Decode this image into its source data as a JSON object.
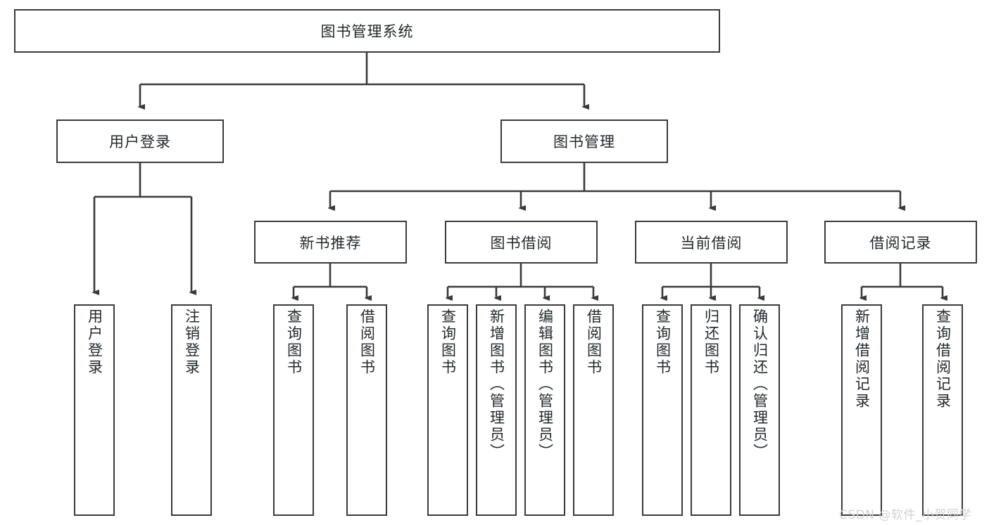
{
  "diagram": {
    "title": "图书管理系统",
    "watermark": "CSDN @软件_小贺同学",
    "stroke_color": "#3a3a3a",
    "text_color": "#23282d",
    "background": "#ffffff",
    "root": {
      "id": "root",
      "label": "图书管理系统"
    },
    "level1": [
      {
        "id": "user-login",
        "label": "用户登录"
      },
      {
        "id": "book-management",
        "label": "图书管理"
      }
    ],
    "level2": [
      {
        "id": "new-book-recommend",
        "label": "新书推荐",
        "parent": "book-management"
      },
      {
        "id": "book-borrow",
        "label": "图书借阅",
        "parent": "book-management"
      },
      {
        "id": "current-borrow",
        "label": "当前借阅",
        "parent": "book-management"
      },
      {
        "id": "borrow-record",
        "label": "借阅记录",
        "parent": "book-management"
      }
    ],
    "leaves": [
      {
        "id": "leaf-user-login",
        "label": "用户登录",
        "parent": "user-login"
      },
      {
        "id": "leaf-logout-login",
        "label": "注销登录",
        "parent": "user-login"
      },
      {
        "id": "leaf-query-book-1",
        "label": "查询图书",
        "parent": "new-book-recommend"
      },
      {
        "id": "leaf-borrow-book-1",
        "label": "借阅图书",
        "parent": "new-book-recommend"
      },
      {
        "id": "leaf-query-book-2",
        "label": "查询图书",
        "parent": "book-borrow"
      },
      {
        "id": "leaf-add-book",
        "label": "新增图书（管理员）",
        "parent": "book-borrow"
      },
      {
        "id": "leaf-edit-book",
        "label": "编辑图书（管理员）",
        "parent": "book-borrow"
      },
      {
        "id": "leaf-borrow-book-2",
        "label": "借阅图书",
        "parent": "book-borrow"
      },
      {
        "id": "leaf-query-book-3",
        "label": "查询图书",
        "parent": "current-borrow"
      },
      {
        "id": "leaf-return-book",
        "label": "归还图书",
        "parent": "current-borrow"
      },
      {
        "id": "leaf-confirm-return",
        "label": "确认归还（管理员）",
        "parent": "current-borrow"
      },
      {
        "id": "leaf-add-record",
        "label": "新增借阅记录",
        "parent": "borrow-record"
      },
      {
        "id": "leaf-query-record",
        "label": "查询借阅记录",
        "parent": "borrow-record"
      }
    ]
  }
}
